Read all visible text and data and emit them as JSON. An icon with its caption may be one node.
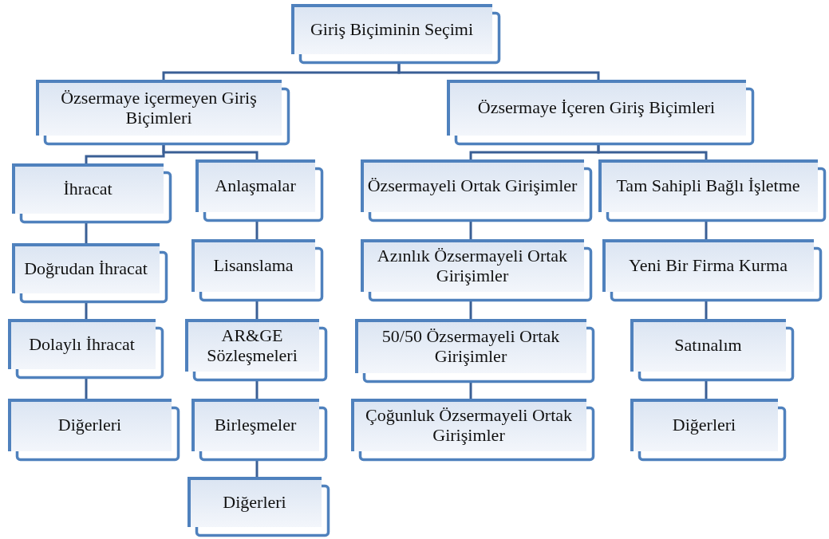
{
  "diagram": {
    "nodes": [
      {
        "text": [
          "Giriş Biçiminin Seçimi"
        ]
      },
      {
        "text": [
          "Özsermaye içermeyen Giriş Biçimleri"
        ]
      },
      {
        "text": [
          "Özsermaye İçeren Giriş Biçimleri"
        ]
      },
      {
        "text": [
          "İhracat"
        ]
      },
      {
        "text": [
          "Doğrudan İhracat"
        ]
      },
      {
        "text": [
          "Dolaylı İhracat"
        ]
      },
      {
        "text": [
          "Diğerleri"
        ]
      },
      {
        "text": [
          "Anlaşmalar"
        ]
      },
      {
        "text": [
          "Lisanslama"
        ]
      },
      {
        "text": [
          "AR&GE Sözleşmeleri"
        ]
      },
      {
        "text": [
          "Birleşmeler"
        ]
      },
      {
        "text": [
          "Diğerleri"
        ]
      },
      {
        "text": [
          "Özsermayeli Ortak Girişimler"
        ]
      },
      {
        "text": [
          "Azınlık Özsermayeli Ortak Girişimler"
        ]
      },
      {
        "text": [
          "50/50 Özsermayeli Ortak Girişimler"
        ]
      },
      {
        "text": [
          "Çoğunluk Özsermayeli Ortak Girişimler"
        ]
      },
      {
        "text": [
          "Tam Sahipli Bağlı İşletme"
        ]
      },
      {
        "text": [
          "Yeni Bir Firma Kurma"
        ]
      },
      {
        "text": [
          "Satınalım"
        ]
      },
      {
        "text": [
          "Diğerleri"
        ]
      }
    ],
    "edges": [
      {
        "from": 0,
        "to": 1,
        "arrow": "none"
      },
      {
        "from": 0,
        "to": 2,
        "arrow": "none"
      },
      {
        "from": 1,
        "to": 3,
        "arrow": "none"
      },
      {
        "from": 1,
        "to": 7,
        "arrow": "none"
      },
      {
        "from": 3,
        "to": 4,
        "arrow": "none"
      },
      {
        "from": 4,
        "to": 5,
        "arrow": "none"
      },
      {
        "from": 5,
        "to": 6,
        "arrow": "none"
      },
      {
        "from": 7,
        "to": 8,
        "arrow": "none"
      },
      {
        "from": 8,
        "to": 9,
        "arrow": "none"
      },
      {
        "from": 9,
        "to": 10,
        "arrow": "none"
      },
      {
        "from": 10,
        "to": 11,
        "arrow": "none"
      },
      {
        "from": 2,
        "to": 12,
        "arrow": "none"
      },
      {
        "from": 2,
        "to": 16,
        "arrow": "none"
      },
      {
        "from": 12,
        "to": 13,
        "arrow": "none"
      },
      {
        "from": 13,
        "to": 14,
        "arrow": "none"
      },
      {
        "from": 14,
        "to": 15,
        "arrow": "none"
      },
      {
        "from": 16,
        "to": 17,
        "arrow": "none"
      },
      {
        "from": 17,
        "to": 18,
        "arrow": "none"
      },
      {
        "from": 18,
        "to": 19,
        "arrow": "none"
      }
    ]
  }
}
